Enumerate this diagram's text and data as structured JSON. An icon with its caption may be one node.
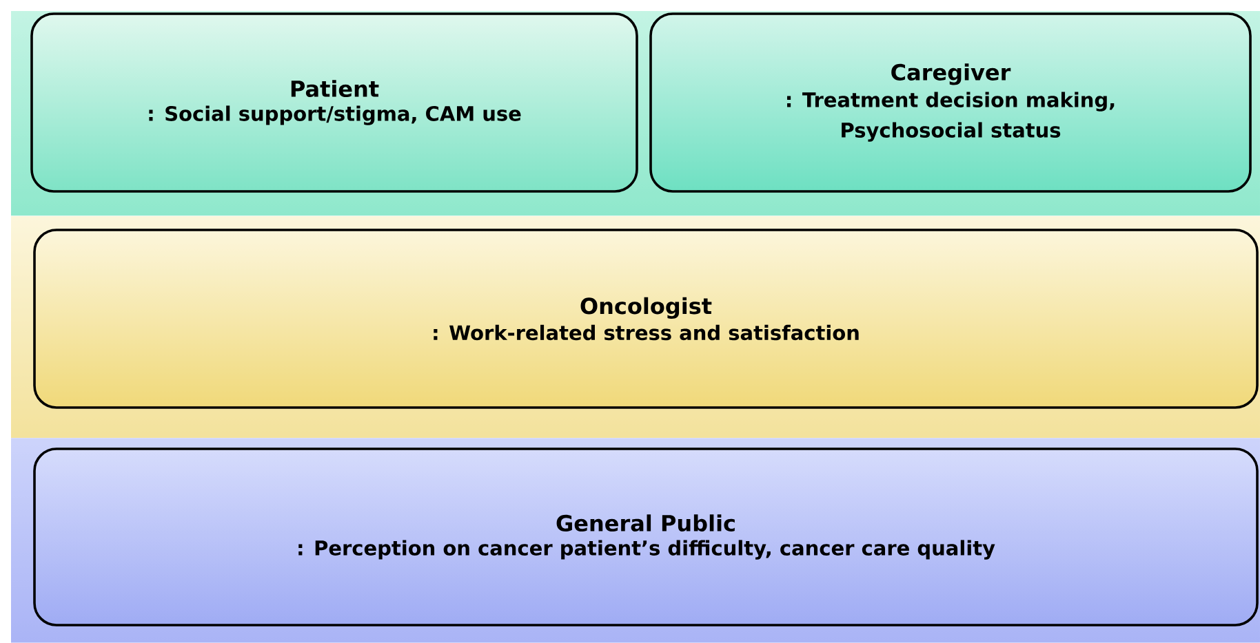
{
  "diagram": {
    "nodes": [
      {
        "text": [
          "Patient",
          ": Social support/stigma, CAM use"
        ]
      },
      {
        "text": [
          "Caregiver",
          ": Treatment decision making, Psychosocial status"
        ]
      },
      {
        "text": [
          "Oncologist",
          ":  Work-related stress and satisfaction"
        ]
      },
      {
        "text": [
          "General Public",
          ": Perception on cancer patient’s difficulty, cancer care quality"
        ]
      }
    ]
  }
}
